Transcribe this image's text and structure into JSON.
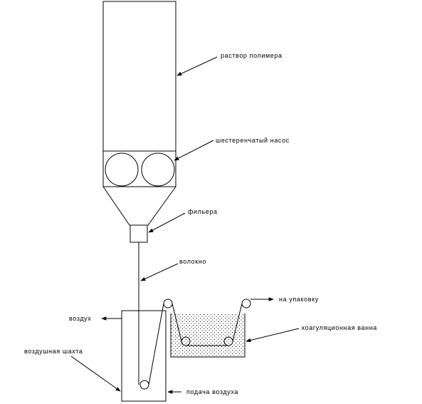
{
  "labels": {
    "polymer_solution": "раствор полимера",
    "gear_pump": "шестеренчатый насос",
    "spinneret": "фильера",
    "fiber": "волокно",
    "to_packing": "на упаковку",
    "air_out": "воздух",
    "coagulation_bath": "коагуляционная ванна",
    "air_shaft": "воздушная шахта",
    "air_supply": "подача воздуха"
  },
  "colors": {
    "line": "#000000",
    "background": "#ffffff",
    "bath_dots": "#000000"
  }
}
